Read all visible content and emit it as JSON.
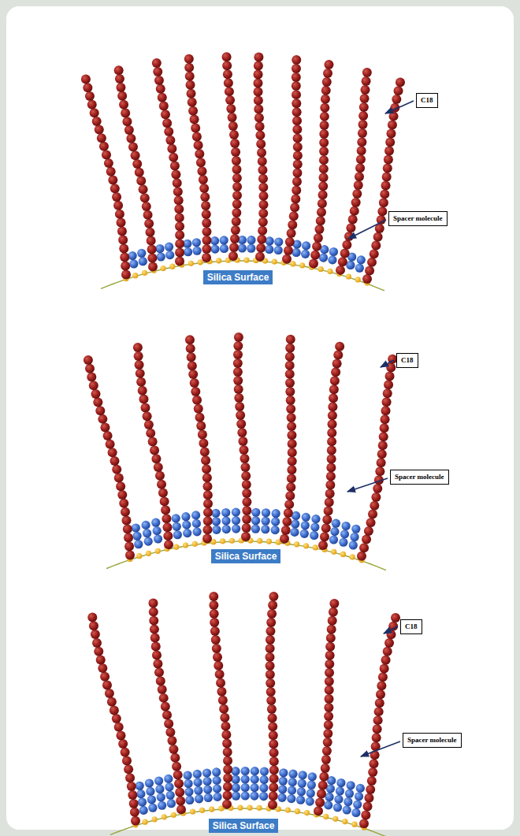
{
  "diagram": {
    "nodes": [
      {
        "text": [
          "C18"
        ]
      },
      {
        "text": [
          "Spacer molecule"
        ]
      },
      {
        "text": [
          "Silica Surface"
        ]
      },
      {
        "text": [
          "C18"
        ]
      },
      {
        "text": [
          "Spacer molecule"
        ]
      },
      {
        "text": [
          "Silica Surface"
        ]
      },
      {
        "text": [
          "C18"
        ]
      },
      {
        "text": [
          "Spacer molecule"
        ]
      },
      {
        "text": [
          "Silica Surface"
        ]
      }
    ]
  }
}
